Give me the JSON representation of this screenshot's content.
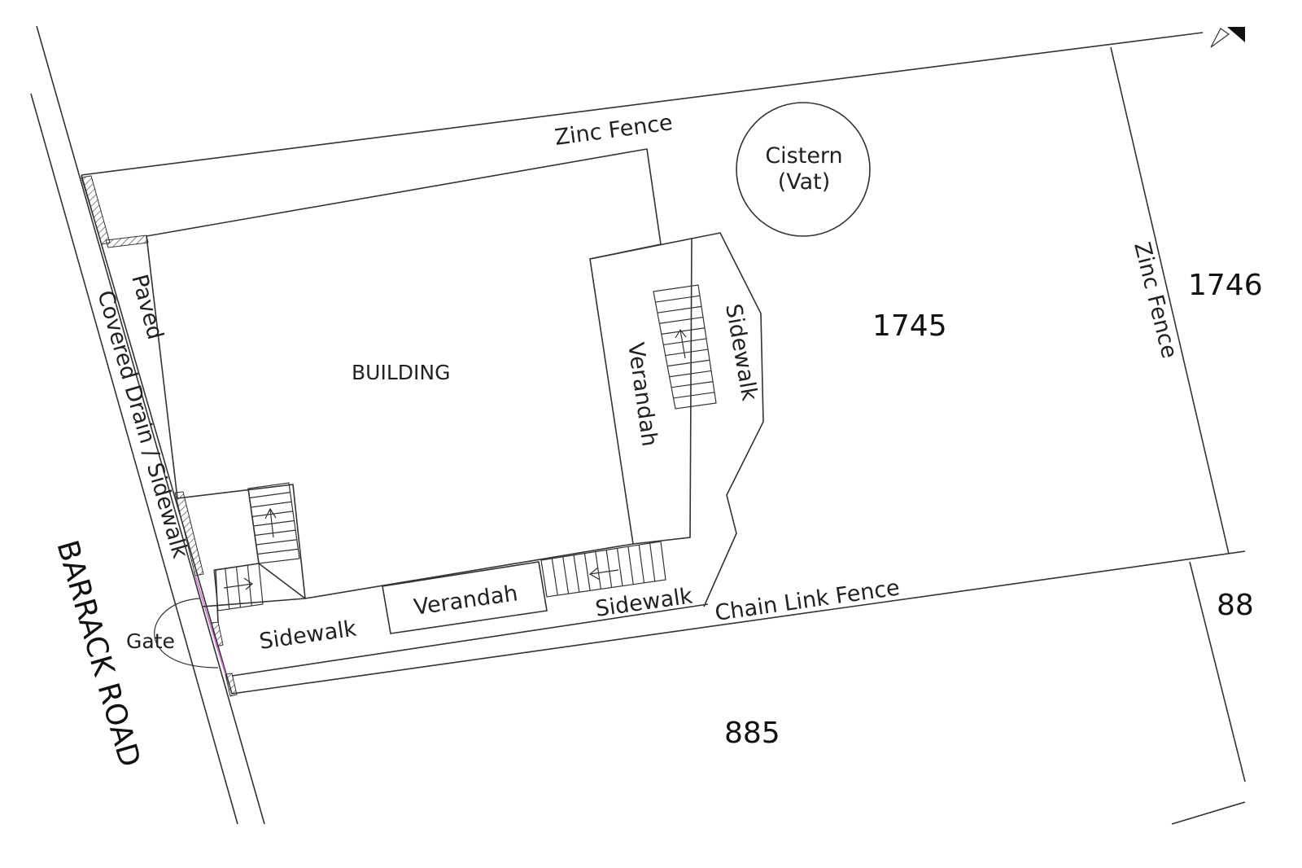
{
  "labels": {
    "zinc_fence_top": "Zinc Fence",
    "cistern_line1": "Cistern",
    "cistern_line2": "(Vat)",
    "zinc_fence_right": "Zinc Fence",
    "lot_1745": "1745",
    "lot_1746": "1746",
    "lot_885": "885",
    "lot_88x": "88",
    "building": "BUILDING",
    "paved": "Paved",
    "covered_drain": "Covered Drain / Sidewalk",
    "verandah_right": "Verandah",
    "sidewalk_right": "Sidewalk",
    "verandah_bottom": "Verandah",
    "sidewalk_bottom_left": "Sidewalk",
    "sidewalk_bottom_right": "Sidewalk",
    "chain_link_fence": "Chain Link Fence",
    "gate": "Gate",
    "road": "BARRACK ROAD"
  },
  "colors": {
    "line": "#333333",
    "gate_line": "#d070d0"
  }
}
